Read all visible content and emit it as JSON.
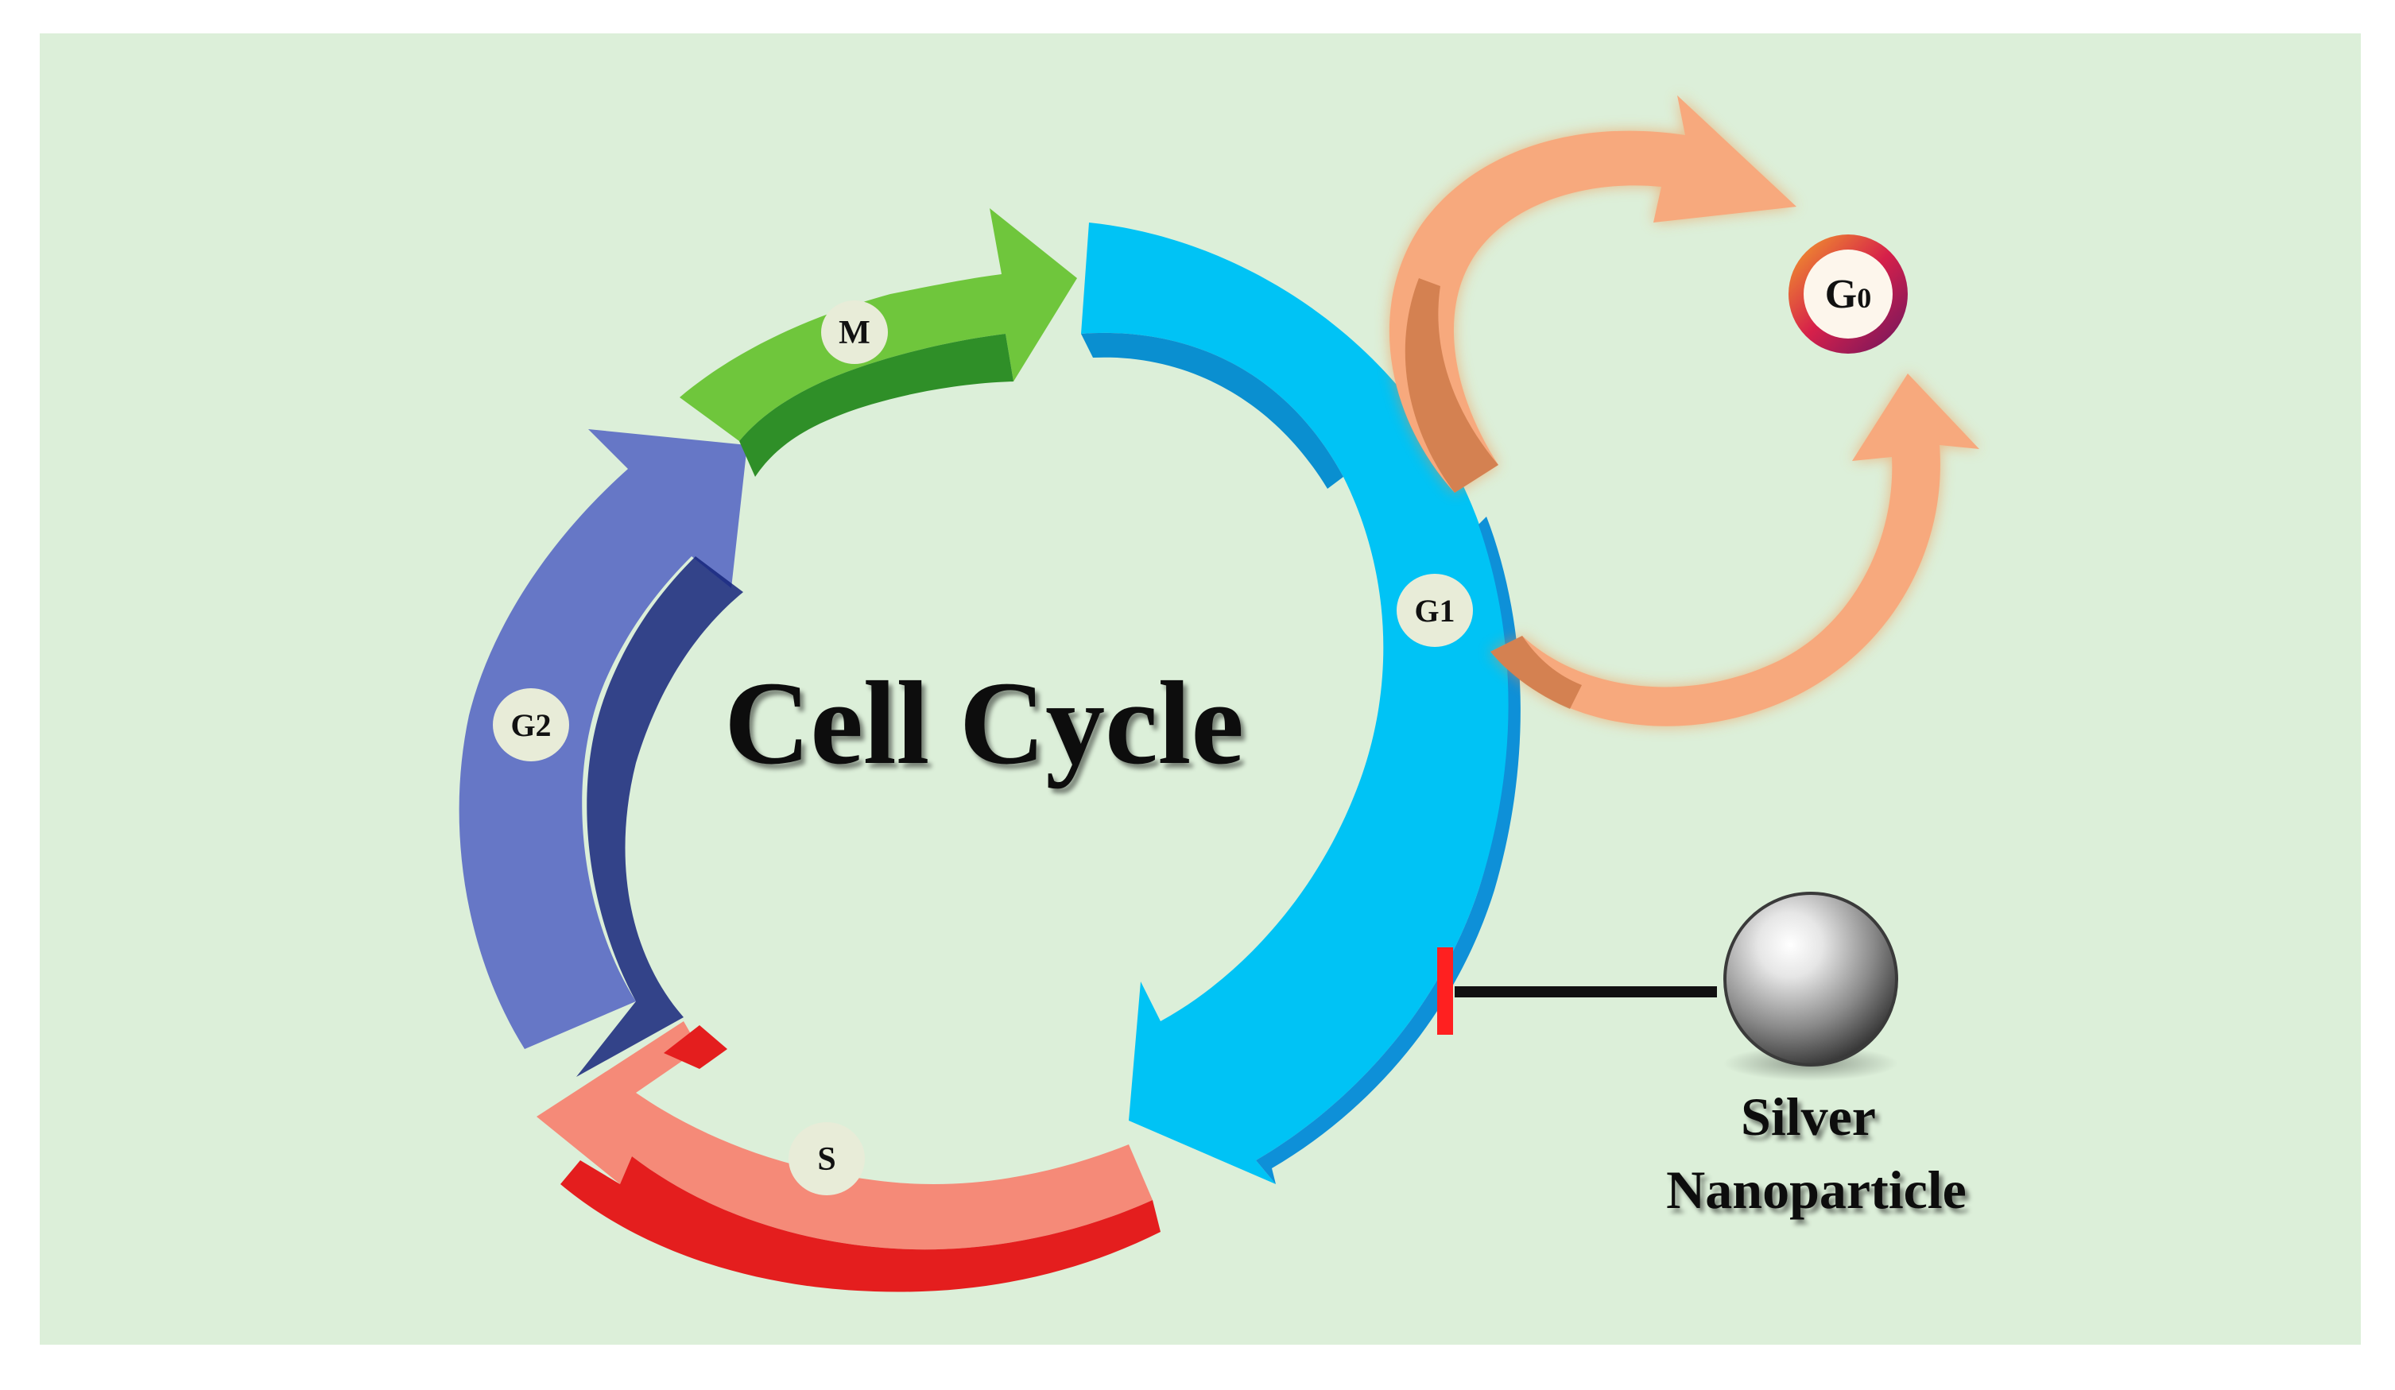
{
  "title": "Cell Cycle",
  "phases": {
    "g1": "G1",
    "s": "S",
    "g2": "G2",
    "m": "M"
  },
  "g0": {
    "letter": "G",
    "digit": "0"
  },
  "nanoparticle": {
    "line1": "Silver",
    "line2": "Nanoparticle"
  },
  "colors": {
    "background": "#dcefd9",
    "g1": "#00c3f5",
    "s": "#f58a78",
    "g2": "#6677c6",
    "m": "#6fc63c",
    "g0_arrows": "#f7a97d",
    "inhibition_bar": "#ff2020"
  }
}
